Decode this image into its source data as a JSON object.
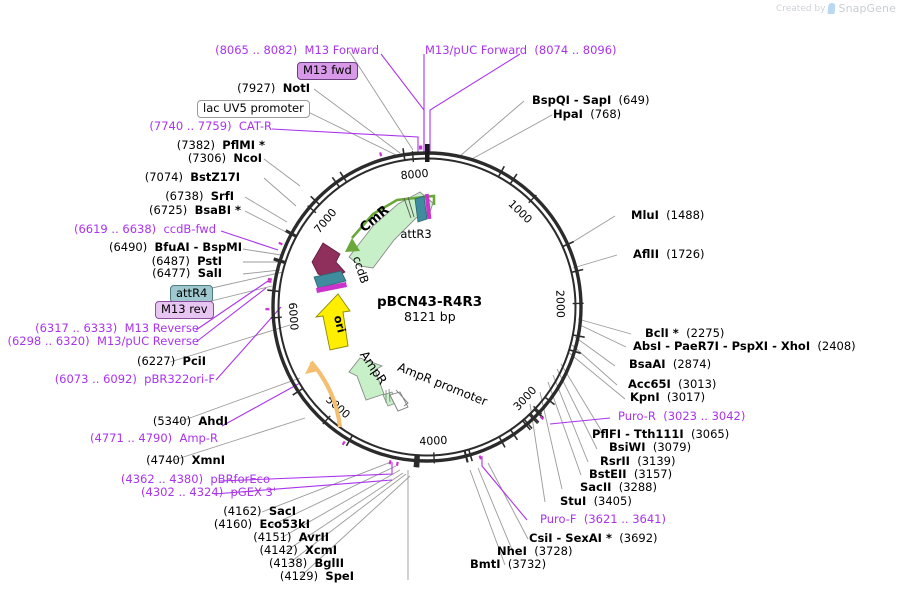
{
  "watermark": {
    "prefix": "Created by",
    "brand": "SnapGene"
  },
  "plasmid": {
    "name": "pBCN43-R4R3",
    "size": "8121 bp",
    "length_bp": 8121,
    "tick_labels": [
      "1000",
      "2000",
      "3000",
      "4000",
      "5000",
      "6000",
      "7000",
      "8000"
    ],
    "tick_positions_bp": [
      1000,
      2000,
      3000,
      4000,
      5000,
      6000,
      7000,
      8000
    ]
  },
  "features": [
    {
      "name": "CmR",
      "label": "CmR",
      "color": "#c8f0c8",
      "kind": "arrow"
    },
    {
      "name": "attR3",
      "label": "attR3",
      "color": "#3f8c9e",
      "kind": "block"
    },
    {
      "name": "ccdB",
      "label": "ccdB",
      "color": "#8e2f5c",
      "kind": "arrow"
    },
    {
      "name": "ori",
      "label": "ori",
      "color": "#ffee00",
      "kind": "arrow"
    },
    {
      "name": "AmpR",
      "label": "AmpR",
      "color": "#c8f0c8",
      "kind": "arrow"
    },
    {
      "name": "AmpR promoter",
      "label": "AmpR promoter",
      "color": "#ffffff",
      "kind": "arrow"
    },
    {
      "name": "lac UV5 promoter",
      "label": "lac UV5 promoter",
      "color": "#ffffff",
      "kind": "box"
    },
    {
      "name": "attR4",
      "label": "attR4",
      "color": "#9fc8cf",
      "kind": "box"
    },
    {
      "name": "M13 fwd",
      "label": "M13 fwd",
      "color": "#d89ae8",
      "kind": "box"
    },
    {
      "name": "M13 rev",
      "label": "M13 rev",
      "color": "#e8c6f2",
      "kind": "box"
    }
  ],
  "labels_top_left": [
    {
      "pos": "(8065 .. 8082)",
      "name": "M13 Forward",
      "type": "primer"
    },
    {
      "pos": "(7927)",
      "name": "NotI",
      "type": "enzyme"
    },
    {
      "pos": "(7740 .. 7759)",
      "name": "CAT-R",
      "type": "primer"
    },
    {
      "pos": "(7382)",
      "name": "PflMI *",
      "type": "enzyme"
    },
    {
      "pos": "(7306)",
      "name": "NcoI",
      "type": "enzyme"
    },
    {
      "pos": "(7074)",
      "name": "BstZ17I",
      "type": "enzyme"
    },
    {
      "pos": "(6738)",
      "name": "SrfI",
      "type": "enzyme"
    },
    {
      "pos": "(6725)",
      "name": "BsaBI *",
      "type": "enzyme"
    },
    {
      "pos": "(6619 .. 6638)",
      "name": "ccdB-fwd",
      "type": "primer"
    },
    {
      "pos": "(6490)",
      "name": "BfuAI  - BspMI",
      "type": "enzyme"
    },
    {
      "pos": "(6487)",
      "name": "PstI",
      "type": "enzyme"
    },
    {
      "pos": "(6477)",
      "name": "SalI",
      "type": "enzyme"
    }
  ],
  "labels_bottom_left": [
    {
      "pos": "(6317 .. 6333)",
      "name": "M13 Reverse",
      "type": "primer"
    },
    {
      "pos": "(6298 .. 6320)",
      "name": "M13/pUC Reverse",
      "type": "primer"
    },
    {
      "pos": "(6227)",
      "name": "PciI",
      "type": "enzyme"
    },
    {
      "pos": "(6073 .. 6092)",
      "name": "pBR322ori-F",
      "type": "primer"
    },
    {
      "pos": "(5340)",
      "name": "AhdI",
      "type": "enzyme"
    },
    {
      "pos": "(4771 .. 4790)",
      "name": "Amp-R",
      "type": "primer"
    },
    {
      "pos": "(4740)",
      "name": "XmnI",
      "type": "enzyme"
    },
    {
      "pos": "(4362 .. 4380)",
      "name": "pBRforEco",
      "type": "primer"
    },
    {
      "pos": "(4302 .. 4324)",
      "name": "pGEX 3'",
      "type": "primer"
    },
    {
      "pos": "(4162)",
      "name": "SacI",
      "type": "enzyme"
    },
    {
      "pos": "(4160)",
      "name": "Eco53kI",
      "type": "enzyme"
    },
    {
      "pos": "(4151)",
      "name": "AvrII",
      "type": "enzyme"
    },
    {
      "pos": "(4142)",
      "name": "XcmI",
      "type": "enzyme"
    },
    {
      "pos": "(4138)",
      "name": "BglII",
      "type": "enzyme"
    },
    {
      "pos": "(4129)",
      "name": "SpeI",
      "type": "enzyme"
    }
  ],
  "labels_top_right": [
    {
      "pos": "(8074 .. 8096)",
      "name": "M13/pUC Forward",
      "type": "primer"
    },
    {
      "pos": "(649)",
      "name": "BspQI  - SapI",
      "type": "enzyme"
    },
    {
      "pos": "(768)",
      "name": "HpaI",
      "type": "enzyme"
    },
    {
      "pos": "(1488)",
      "name": "MluI",
      "type": "enzyme"
    },
    {
      "pos": "(1726)",
      "name": "AflII",
      "type": "enzyme"
    }
  ],
  "labels_right": [
    {
      "pos": "(2275)",
      "name": "BclI *",
      "type": "enzyme"
    },
    {
      "pos": "(2408)",
      "name": "AbsI  - PaeR7I  - PspXI  - XhoI",
      "type": "enzyme"
    },
    {
      "pos": "(2874)",
      "name": "BsaAI",
      "type": "enzyme"
    },
    {
      "pos": "(3013)",
      "name": "Acc65I",
      "type": "enzyme"
    },
    {
      "pos": "(3017)",
      "name": "KpnI",
      "type": "enzyme"
    },
    {
      "pos": "(3023 .. 3042)",
      "name": "Puro-R",
      "type": "primer"
    },
    {
      "pos": "(3065)",
      "name": "PflFI  - Tth111I",
      "type": "enzyme"
    },
    {
      "pos": "(3079)",
      "name": "BsiWI",
      "type": "enzyme"
    },
    {
      "pos": "(3139)",
      "name": "RsrII",
      "type": "enzyme"
    },
    {
      "pos": "(3157)",
      "name": "BstEII",
      "type": "enzyme"
    },
    {
      "pos": "(3288)",
      "name": "SacII",
      "type": "enzyme"
    },
    {
      "pos": "(3405)",
      "name": "StuI",
      "type": "enzyme"
    },
    {
      "pos": "(3621 .. 3641)",
      "name": "Puro-F",
      "type": "primer"
    },
    {
      "pos": "(3692)",
      "name": "CsiI  - SexAI *",
      "type": "enzyme"
    },
    {
      "pos": "(3728)",
      "name": "NheI",
      "type": "enzyme"
    },
    {
      "pos": "(3732)",
      "name": "BmtI",
      "type": "enzyme"
    }
  ],
  "colors": {
    "primer": "#aa33ee",
    "backbone": "#2b2b2b",
    "leader": "#9a9a9a",
    "feature_green": "#c8f0c8",
    "feature_yellow": "#ffee00",
    "feature_maroon": "#8e2f5c",
    "feature_teal": "#3f8c9e",
    "feature_orange": "#f5bf72",
    "feature_magenta": "#cc33cc"
  }
}
